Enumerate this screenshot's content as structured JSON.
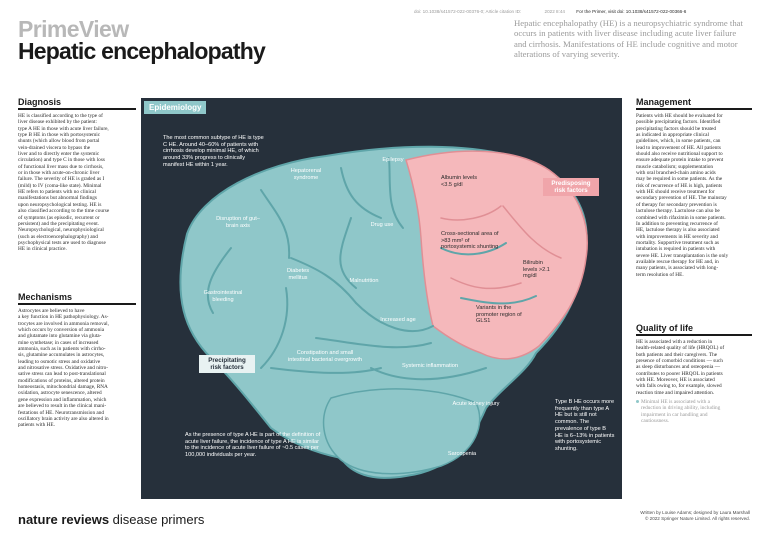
{
  "header": {
    "meta_left": "doi: 10.1038/s41572-022-00376-0; Article citation ID:",
    "meta_mid": "2022 8:44",
    "meta_right": "For the Primer, visit doi: 10.1038/s41572-022-00366-6",
    "brand": "PrimeView",
    "title": "Hepatic encephalopathy",
    "intro": "Hepatic encephalopathy (HE) is a neuropsychiatric syndrome that occurs in patients with liver disease including acute liver failure and cirrhosis. Manifestations of HE include cognitive and motor alterations of varying severity."
  },
  "diagnosis": {
    "heading": "Diagnosis",
    "lines": [
      "HE is classified according to the type of",
      "liver disease exhibited by the patient:",
      "type A HE in those with acute liver failure,",
      "type B HE in those with portosystemic",
      "shunts (which allow blood from portal",
      "vein-drained viscera to bypass the",
      "liver and to directly enter the systemic",
      "circulation) and type C in those with loss",
      "of functional liver mass due to cirrhosis,",
      "or in those with acute-on-chronic liver",
      "failure. The severity of HE is graded as I",
      "(mild) to IV (coma-like state). Minimal",
      "HE refers to patients with no clinical",
      "manifestations but abnormal findings",
      "upon neuropsychological testing. HE is",
      "also classified according to the time course",
      "of symptoms (as episodic, recurrent or",
      "persistent) and the precipitating event.",
      "Neuropsychological, neurophysiological",
      "(such as electroencephalography) and",
      "psychophysical tests are used to diagnose",
      "HE in clinical practice."
    ]
  },
  "mechanisms": {
    "heading": "Mechanisms",
    "lines": [
      "Astrocytes are believed to have",
      "a key function in HE pathophysiology. As-",
      "trocytes are involved in ammonia removal,",
      "which occurs by conversion of ammonia",
      "and glutamate into glutamine via gluta-",
      "mine synthetase; in cases of increased",
      "ammonia, such as in patients with cirrho-",
      "sis, glutamine accumulates in astrocytes,",
      "leading to osmotic stress and oxidative",
      "and nitrosative stress. Oxidative and nitro-",
      "sative stress can lead to post-translational",
      "modifications of proteins, altered protein",
      "homeostasis, mitochondrial damage, RNA",
      "oxidation, astrocyte senescence, altered",
      "gene expression and inflammation, which",
      "are believed to result in the clinical mani-",
      "festations of HE. Neurotransmission and",
      "oscillatory brain activity are also altered in",
      "patients with HE."
    ]
  },
  "epidemiology": {
    "heading": "Epidemiology",
    "note_type_c": "The most common subtype of HE is type C HE. Around 40–60% of patients with cirrhosis develop minimal HE, of which around 33% progress to clinically manifest HE within 1 year.",
    "note_type_a": "As the presence of type A HE is part of the definition of acute liver failure, the incidence of type A HE is similar to the incidence of acute liver failure of ~0.5 cases per 100,000 individuals per year.",
    "note_type_b": "Type B HE occurs more frequently than type A HE but is still not common. The prevalence of type B HE is 6–13% in patients with portosystemic shunting.",
    "precipitating_tag": "Precipitating risk factors",
    "predisposing_tag": "Predisposing risk factors",
    "precipitating": {
      "hepatorenal": "Hepatorenal syndrome",
      "epilepsy": "Epilepsy",
      "disruption": "Disruption of gut–brain axis",
      "drug": "Drug use",
      "diabetes": "Diabetes mellitus",
      "malnutrition": "Malnutrition",
      "gi_bleeding": "Gastrointestinal bleeding",
      "increased_age": "Increased age",
      "constipation": "Constipation and small intestinal bacterial overgrowth",
      "systemic": "Systemic inflammation",
      "kidney": "Acute kidney injury",
      "sarcopenia": "Sarcopenia"
    },
    "predisposing": {
      "albumin": "Albumin levels <3.5 g/dl",
      "shunting": "Cross-sectional area of >83 mm² of portosystemic shunting",
      "bilirubin": "Bilirubin levels >2.1 mg/dl",
      "gls1": "Variants in the promoter region of GLS1"
    }
  },
  "management": {
    "heading": "Management",
    "lines": [
      "Patients with HE should be evaluated for",
      "possible precipitating factors. Identified",
      "precipitating factors should be treated",
      "as indicated in appropriate clinical",
      "guidelines, which, in some patients, can",
      "lead to improvement of HE. All patients",
      "should also receive nutritional support to",
      "ensure adequate protein intake to prevent",
      "muscle catabolism; supplementation",
      "with oral branched-chain amino acids",
      "may be required in some patients. As the",
      "risk of recurrence of HE is high, patients",
      "with HE should receive treatment for",
      "secondary prevention of HE. The mainstay",
      "of therapy for secondary prevention is",
      "lactulose therapy. Lactulose can also be",
      "combined with rifaximin in some patients.",
      "In addition to preventing recurrence of",
      "HE, lactulose therapy is also associated",
      "with improvements in HE severity and",
      "mortality. Supportive treatment such as",
      "intubation is required in patients with",
      "severe HE. Liver transplantation is the only",
      "available rescue therapy for HE and, in",
      "many patients, is associated with long-",
      "term resolution of HE."
    ]
  },
  "quality": {
    "heading": "Quality of life",
    "lines": [
      "HE is associated with a reduction in",
      "health-related quality of life (HRQOL) of",
      "both patients and their caregivers. The",
      "presence of comorbid conditions — such",
      "as sleep disturbances and osteopenia —",
      "contributes to poorer HRQOL in patients",
      "with HE. Moreover, HE is associated",
      "with falls owing to, for example, slowed",
      "reaction time and impaired attention."
    ],
    "bullet_lines": [
      "Minimal HE is associated with a",
      "reduction in driving ability, including",
      "impairment in car handling and",
      "cautiousness."
    ]
  },
  "footer": {
    "logo_bold": "nature reviews",
    "logo_rest": " disease primers",
    "credit_1": "Written by Louise Adams; designed by Laura Marshall",
    "credit_2": "© 2022 Springer Nature Limited. All rights reserved."
  },
  "colors": {
    "panel": "#26303b",
    "teal": "#8fc7c9",
    "teal_dark": "#5fa5a9",
    "pink": "#f5b8bb",
    "tag_pink": "#f0a5aa",
    "tag_light": "#e8f2f2"
  }
}
